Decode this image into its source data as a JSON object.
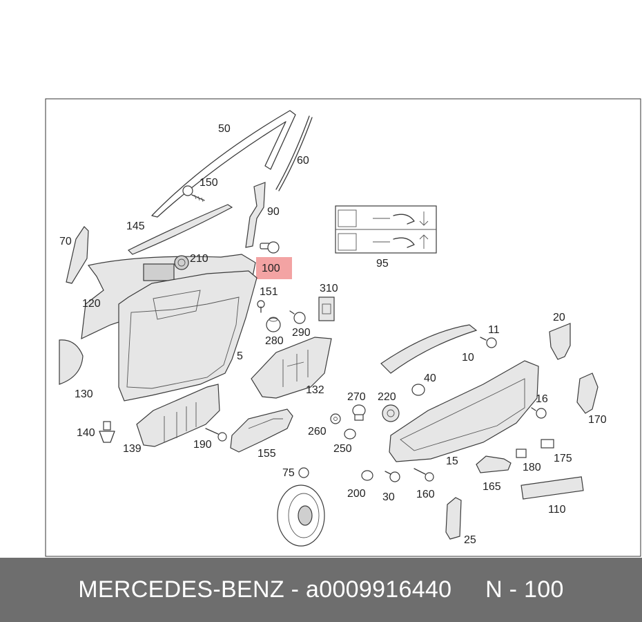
{
  "diagram": {
    "highlighted_part": "100",
    "part_numbers": {
      "p50": "50",
      "p60": "60",
      "p150": "150",
      "p90": "90",
      "p145": "145",
      "p70": "70",
      "p210": "210",
      "p100": "100",
      "p95": "95",
      "p151": "151",
      "p310": "310",
      "p120": "120",
      "p280": "280",
      "p290": "290",
      "p5": "5",
      "p20": "20",
      "p11": "11",
      "p10": "10",
      "p132": "132",
      "p40": "40",
      "p130": "130",
      "p270": "270",
      "p220": "220",
      "p16": "16",
      "p170": "170",
      "p140": "140",
      "p260": "260",
      "p139": "139",
      "p190": "190",
      "p155": "155",
      "p250": "250",
      "p15": "15",
      "p175": "175",
      "p180": "180",
      "p75": "75",
      "p165": "165",
      "p200": "200",
      "p30": "30",
      "p160": "160",
      "p110": "110",
      "p25": "25"
    }
  },
  "footer": {
    "brand": "MERCEDES-BENZ",
    "separator": " - ",
    "part_number": "a0009916440",
    "gap": "     ",
    "position": "N - 100"
  },
  "colors": {
    "footer_background": "#6e6e6e",
    "highlight": "#f3a3a3"
  }
}
